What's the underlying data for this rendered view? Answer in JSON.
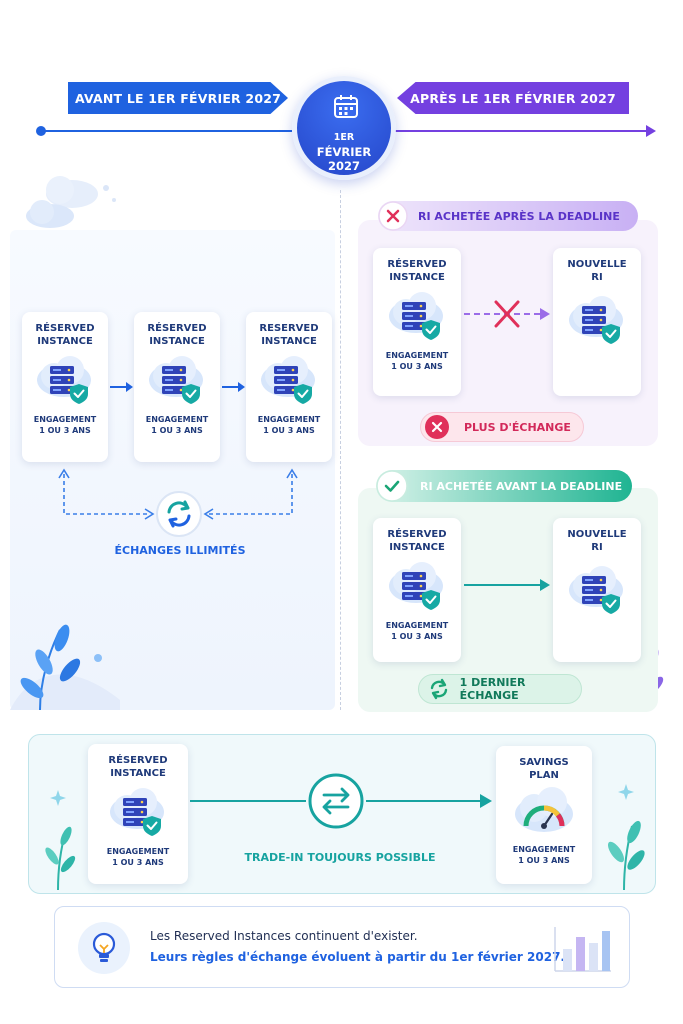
{
  "timeline": {
    "before_label": "AVANT LE 1ER FÉVRIER 2027",
    "after_label": "APRÈS LE 1ER FÉVRIER 2027",
    "date_day": "1ER",
    "date_month": "FÉVRIER",
    "date_year": "2027"
  },
  "left_section": {
    "cards": [
      {
        "title_1": "RÉSERVED",
        "title_2": "INSTANCE",
        "sub_1": "ENGAGEMENT",
        "sub_2": "1 OU 3 ANS"
      },
      {
        "title_1": "RÉSERVED",
        "title_2": "INSTANCE",
        "sub_1": "ENGAGEMENT",
        "sub_2": "1 OU 3 ANS"
      },
      {
        "title_1": "RESERVED",
        "title_2": "INSTANCE",
        "sub_1": "ENGAGEMENT",
        "sub_2": "1 OU 3 ANS"
      }
    ],
    "exchange_label": "ÉCHANGES ILLIMITÉS"
  },
  "after_deadline": {
    "header": "RI ACHETÉE APRÈS LA DEADLINE",
    "card_ri": {
      "title_1": "RÉSERVED",
      "title_2": "INSTANCE",
      "sub_1": "ENGAGEMENT",
      "sub_2": "1 OU 3 ANS"
    },
    "card_new": {
      "title_1": "NOUVELLE",
      "title_2": "RI"
    },
    "status": "PLUS D'ÉCHANGE"
  },
  "before_deadline": {
    "header": "RI ACHETÉE AVANT LA DEADLINE",
    "card_ri": {
      "title_1": "RÉSERVED",
      "title_2": "INSTANCE",
      "sub_1": "ENGAGEMENT",
      "sub_2": "1 OU 3 ANS"
    },
    "card_new": {
      "title_1": "NOUVELLE",
      "title_2": "RI"
    },
    "status": "1 DERNIER ÉCHANGE"
  },
  "trade_in": {
    "card_ri": {
      "title_1": "RÉSERVED",
      "title_2": "INSTANCE",
      "sub_1": "ENGAGEMENT",
      "sub_2": "1 OU 3 ANS"
    },
    "card_sp": {
      "title_1": "SAVINGS",
      "title_2": "PLAN",
      "sub_1": "ENGAGEMENT",
      "sub_2": "1 OU 3 ANS"
    },
    "label": "TRADE-IN TOUJOURS POSSIBLE"
  },
  "info": {
    "line_1": "Les Reserved Instances continuent d'exister.",
    "line_2": "Leurs règles d'échange évoluent à partir du 1er février 2027."
  },
  "colors": {
    "blue": "#1f62e0",
    "purple": "#7440e0",
    "teal": "#17a3a0",
    "green": "#1fae7c",
    "red": "#e0305a"
  }
}
